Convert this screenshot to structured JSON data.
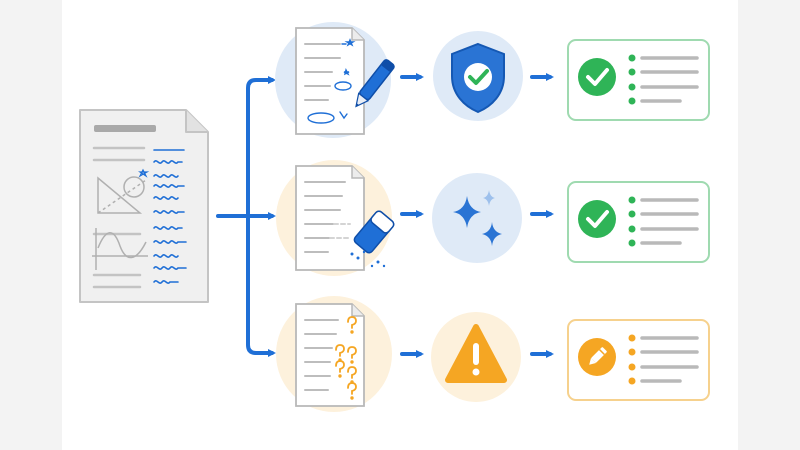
{
  "colors": {
    "blue": "#1f6fd6",
    "blue_light": "#dfeaf7",
    "amber_light": "#fdf1dc",
    "green": "#2fb457",
    "green_border": "#9fdab0",
    "orange": "#f5a623",
    "orange_border": "#f6d18d",
    "gray_line": "#b9b9b9",
    "paper_border": "#c4c4c4"
  },
  "flows": [
    {
      "id": "annotated",
      "doc_variant": "pen",
      "status_icon": "shield-check-icon",
      "result_icon": "check-icon",
      "result_tone": "green"
    },
    {
      "id": "erased",
      "doc_variant": "eraser",
      "status_icon": "sparkles-icon",
      "result_icon": "check-icon",
      "result_tone": "green"
    },
    {
      "id": "uncertain",
      "doc_variant": "question-marks",
      "status_icon": "warning-icon",
      "result_icon": "pencil-icon",
      "result_tone": "orange"
    }
  ]
}
